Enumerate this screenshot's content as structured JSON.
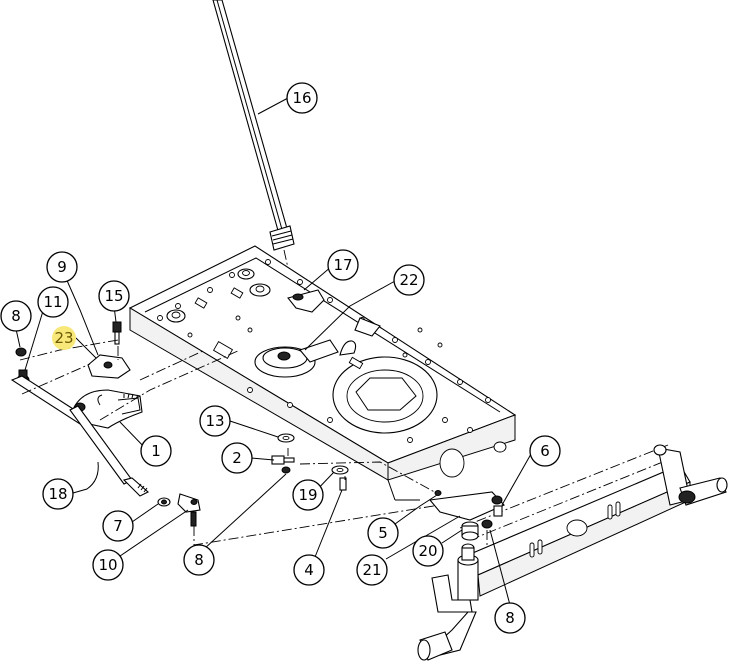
{
  "callouts": [
    {
      "id": "c16",
      "label": "16"
    },
    {
      "id": "c9",
      "label": "9"
    },
    {
      "id": "c17",
      "label": "17"
    },
    {
      "id": "c22",
      "label": "22"
    },
    {
      "id": "c15",
      "label": "15"
    },
    {
      "id": "c11",
      "label": "11"
    },
    {
      "id": "c8a",
      "label": "8"
    },
    {
      "id": "c23",
      "label": "23",
      "highlighted": true
    },
    {
      "id": "c1",
      "label": "1"
    },
    {
      "id": "c13",
      "label": "13"
    },
    {
      "id": "c2",
      "label": "2"
    },
    {
      "id": "c18",
      "label": "18"
    },
    {
      "id": "c19",
      "label": "19"
    },
    {
      "id": "c6",
      "label": "6"
    },
    {
      "id": "c7",
      "label": "7"
    },
    {
      "id": "c5",
      "label": "5"
    },
    {
      "id": "c10",
      "label": "10"
    },
    {
      "id": "c8b",
      "label": "8"
    },
    {
      "id": "c20",
      "label": "20"
    },
    {
      "id": "c4",
      "label": "4"
    },
    {
      "id": "c21",
      "label": "21"
    },
    {
      "id": "c8c",
      "label": "8"
    }
  ],
  "colors": {
    "line": "#000000",
    "highlight": "#f8e87a"
  }
}
